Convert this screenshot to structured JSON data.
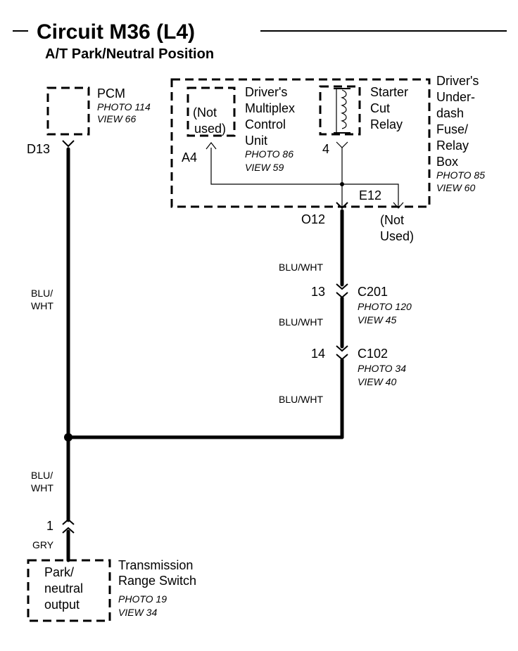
{
  "header": {
    "title": "Circuit M36 (L4)",
    "subtitle": "A/T Park/Neutral Position"
  },
  "pcm": {
    "name": "PCM",
    "photo": "PHOTO 114",
    "view": "VIEW 66",
    "pin": "D13"
  },
  "fuse_box": {
    "name_lines": [
      "Driver's",
      "Under-",
      "dash",
      "Fuse/",
      "Relay",
      "Box"
    ],
    "photo": "PHOTO 85",
    "view": "VIEW 60",
    "pin_left": "A4",
    "pin_right": "E12",
    "pin_out": "O12",
    "not_used_lines": [
      "(Not",
      "Used)"
    ]
  },
  "mcu": {
    "name_lines": [
      "Driver's",
      "Multiplex",
      "Control",
      "Unit"
    ],
    "photo": "PHOTO 86",
    "view": "VIEW 59",
    "box_lines": [
      "(Not",
      "used)"
    ]
  },
  "relay": {
    "name_lines": [
      "Starter",
      "Cut",
      "Relay"
    ],
    "pin": "4"
  },
  "wires": {
    "left_color": [
      "BLU/",
      "WHT"
    ],
    "right_color_1": "BLU/WHT",
    "right_color_2": "BLU/WHT",
    "right_color_3": "BLU/WHT",
    "bottom_color": [
      "BLU/",
      "WHT"
    ],
    "switch_color": "GRY"
  },
  "connectors": {
    "c201": {
      "name": "C201",
      "pin": "13",
      "photo": "PHOTO 120",
      "view": "VIEW 45"
    },
    "c102": {
      "name": "C102",
      "pin": "14",
      "photo": "PHOTO 34",
      "view": "VIEW 40"
    },
    "switch_pin": "1"
  },
  "switch": {
    "name_lines": [
      "Transmission",
      "Range Switch"
    ],
    "photo": "PHOTO 19",
    "view": "VIEW 34",
    "box_lines": [
      "Park/",
      "neutral",
      "output"
    ]
  }
}
